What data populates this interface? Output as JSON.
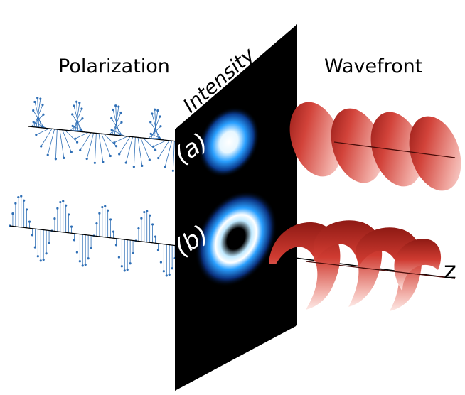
{
  "labels": {
    "polarization": "Polarization",
    "intensity": "Intensity",
    "wavefront": "Wavefront",
    "panel_a": "(a)",
    "panel_b": "(b)",
    "axis_z": "z"
  },
  "colors": {
    "background": "#ffffff",
    "screen": "#000000",
    "polarization_blue": "#2f6fb6",
    "intensity_blue": "#1a8cff",
    "intensity_white": "#ffffff",
    "wavefront_red_dark": "#b3261e",
    "wavefront_red_light": "#f7d6d3",
    "axis_line": "#000000"
  }
}
